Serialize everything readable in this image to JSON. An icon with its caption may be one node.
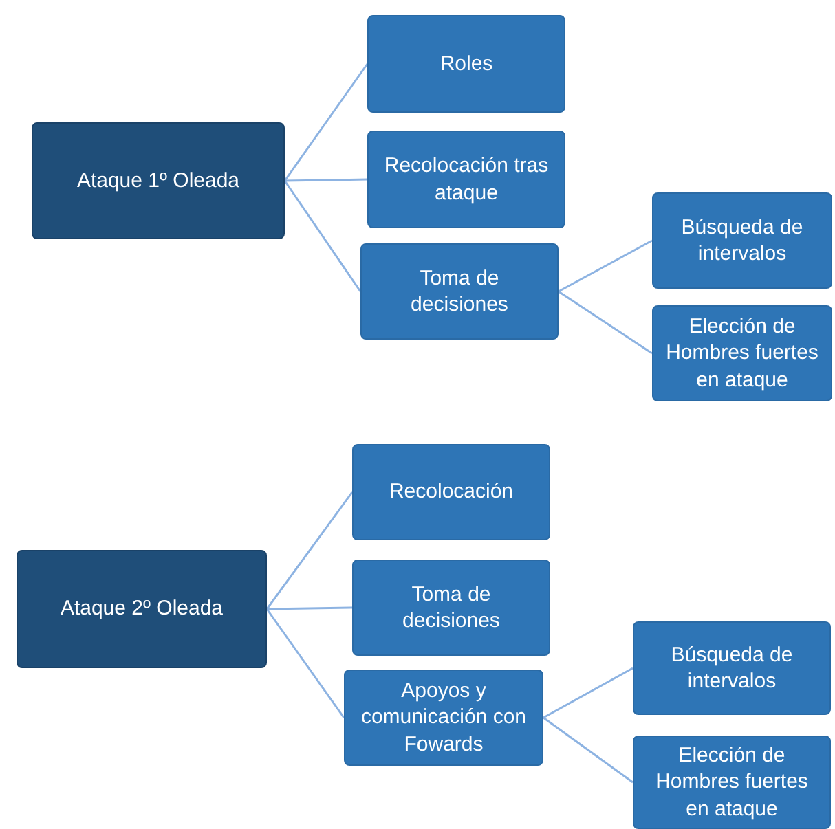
{
  "diagram": {
    "nodes": [
      {
        "text": [
          "Ataque 1º Oleada"
        ]
      },
      {
        "text": [
          "Roles"
        ]
      },
      {
        "text": [
          "Recolocación tras ataque"
        ]
      },
      {
        "text": [
          "Toma de decisiones"
        ]
      },
      {
        "text": [
          "Búsqueda de intervalos"
        ]
      },
      {
        "text": [
          "Elección de Hombres fuertes en ataque"
        ]
      },
      {
        "text": [
          "Ataque 2º Oleada"
        ]
      },
      {
        "text": [
          "Recolocación"
        ]
      },
      {
        "text": [
          "Toma de decisiones"
        ]
      },
      {
        "text": [
          "Apoyos y comunicación con Fowards"
        ]
      },
      {
        "text": [
          "Búsqueda de intervalos"
        ]
      },
      {
        "text": [
          "Elección de Hombres fuertes en ataque"
        ]
      }
    ],
    "edges": [
      {
        "from": 0,
        "to": 1,
        "arrow": "none"
      },
      {
        "from": 0,
        "to": 2,
        "arrow": "none"
      },
      {
        "from": 0,
        "to": 3,
        "arrow": "none"
      },
      {
        "from": 3,
        "to": 4,
        "arrow": "none"
      },
      {
        "from": 3,
        "to": 5,
        "arrow": "none"
      },
      {
        "from": 6,
        "to": 7,
        "arrow": "none"
      },
      {
        "from": 6,
        "to": 8,
        "arrow": "none"
      },
      {
        "from": 6,
        "to": 9,
        "arrow": "none"
      },
      {
        "from": 9,
        "to": 10,
        "arrow": "none"
      },
      {
        "from": 9,
        "to": 11,
        "arrow": "none"
      }
    ]
  }
}
